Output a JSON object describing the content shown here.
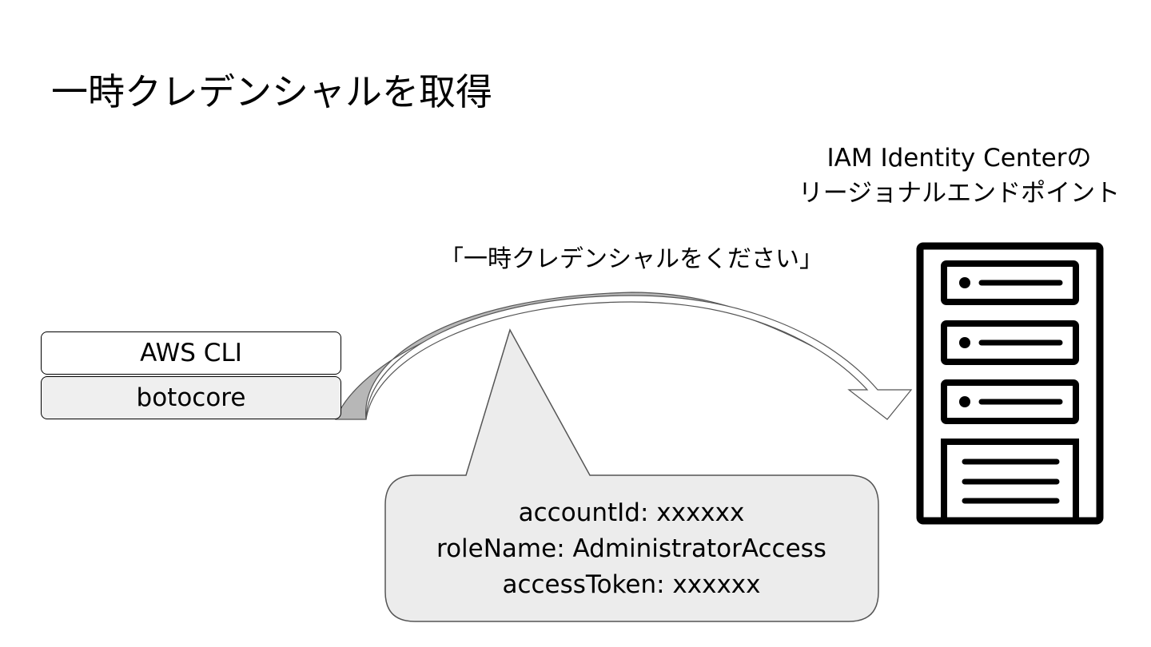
{
  "slide": {
    "title": "一時クレデンシャルを取得"
  },
  "endpoint": {
    "label_line1": "IAM Identity Centerの",
    "label_line2": "リージョナルエンドポイント",
    "icon": "server-rack-icon"
  },
  "request": {
    "quote": "「一時クレデンシャルをください」"
  },
  "client_stack": {
    "top_layer": "AWS CLI",
    "bottom_layer": "botocore"
  },
  "callout": {
    "line1": "accountId: xxxxxx",
    "line2": "roleName: AdministratorAccess",
    "line3": "accessToken: xxxxxx"
  },
  "colors": {
    "callout_fill": "#ececec",
    "arrow_fill": "#ffffff",
    "arrow_shadow": "#b7b7b7",
    "stack_bottom_fill": "#efefef",
    "outline": "#000000"
  }
}
